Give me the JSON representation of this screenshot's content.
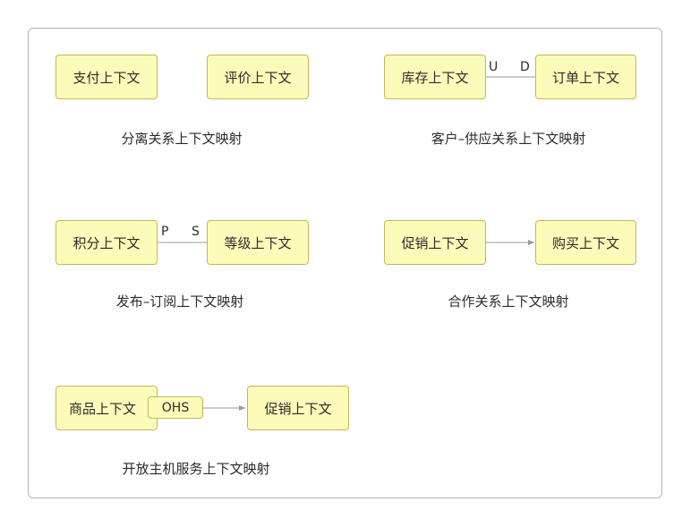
{
  "relations": {
    "separate_ways": {
      "left": "支付上下文",
      "right": "评价上下文",
      "caption": "分离关系上下文映射"
    },
    "customer_supplier": {
      "left": "库存上下文",
      "right": "订单上下文",
      "left_role": "U",
      "right_role": "D",
      "caption": "客户–供应关系上下文映射"
    },
    "publish_subscribe": {
      "left": "积分上下文",
      "right": "等级上下文",
      "left_role": "P",
      "right_role": "S",
      "caption": "发布–订阅上下文映射"
    },
    "partnership": {
      "left": "促销上下文",
      "right": "购买上下文",
      "caption": "合作关系上下文映射"
    },
    "open_host_service": {
      "left": "商品上下文",
      "service": "OHS",
      "right": "促销上下文",
      "caption": "开放主机服务上下文映射"
    }
  },
  "colors": {
    "box_fill": "#fdfbb9",
    "box_border": "#c8b55a",
    "connector": "#9a9a9a",
    "frame_border": "#b5b5b5"
  }
}
